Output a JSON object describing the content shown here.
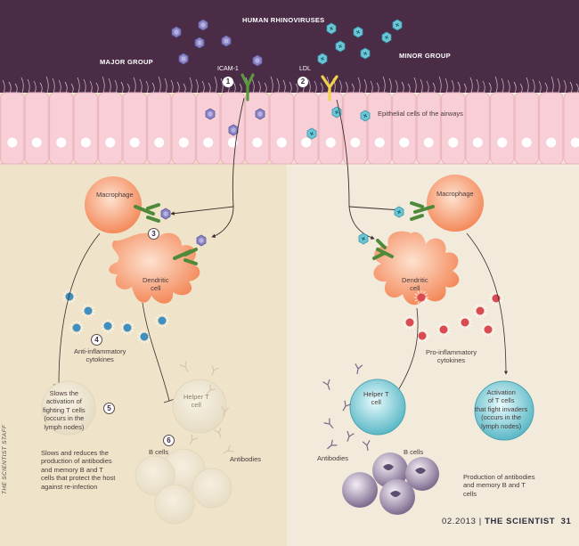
{
  "header": {
    "title": "HUMAN RHINOVIRUSES",
    "major_group": "MAJOR GROUP",
    "minor_group": "MINOR GROUP",
    "receptor_major": "ICAM-1",
    "receptor_minor": "LDL",
    "epithelial_label": "Epithelial cells of the airways"
  },
  "steps": [
    "1",
    "2",
    "3",
    "4",
    "5",
    "6"
  ],
  "left": {
    "macrophage": "Macrophage",
    "dendritic": "Dendritic\ncell",
    "cytokines": "Anti-inflammatory\ncytokines",
    "slows": "Slows the\nactivation of\nfighting T cells\n(occurs in the\nlymph nodes)",
    "helper": "Helper T\ncell",
    "b_cells": "B cells",
    "antibodies": "Antibodies",
    "reduces": "Slows and reduces the\nproduction of antibodies\nand memory B and T\ncells that protect the host\nagainst re-infection"
  },
  "right": {
    "macrophage": "Macrophage",
    "dendritic": "Dendritic\ncell",
    "cytokines": "Pro-inflammatory\ncytokines",
    "helper": "Helper T\ncell",
    "activation": "Activation\nof T cells\nthat fight invaders\n(occurs in the\nlymph nodes)",
    "antibodies": "Antibodies",
    "b_cells": "B cells",
    "production": "Production of antibodies\nand memory B and T\ncells"
  },
  "footer": {
    "date": "02.2013",
    "separator": "|",
    "magazine": "THE SCIENTIST",
    "page": "31"
  },
  "credit": "THE SCIENTIST STAFF",
  "colors": {
    "sky": "#4a2c46",
    "tissue_left": "#efe3c9",
    "tissue_right": "#f2eadb",
    "cell_pink": "#f8cfd6",
    "macrophage": "#f7a07a",
    "virus_major": "#8a84c4",
    "virus_minor": "#6cc6d6",
    "helper_right": "#6ec4cf",
    "b_cell": "#8e7c9e"
  }
}
